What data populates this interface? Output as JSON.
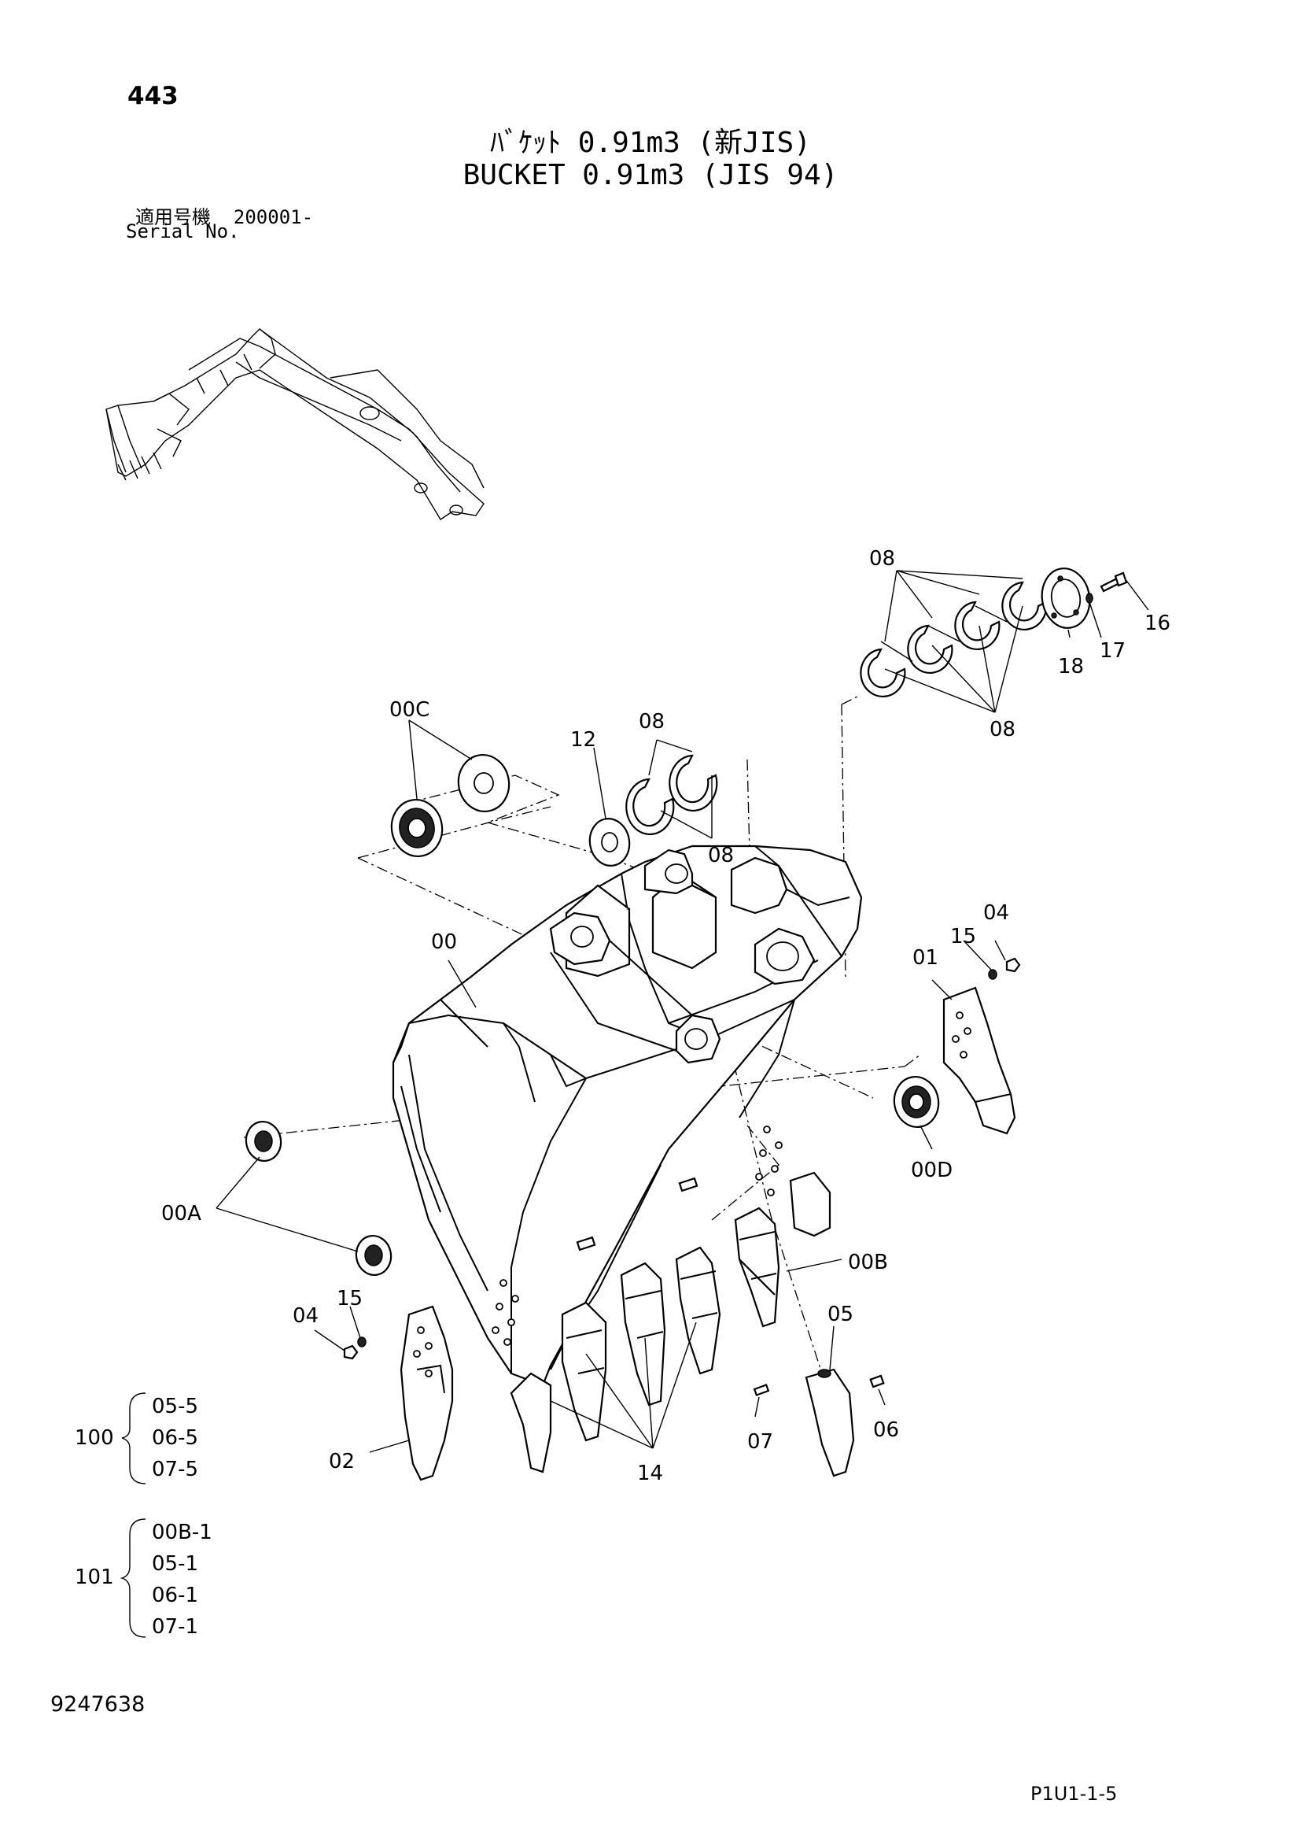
{
  "header": {
    "page_number": "443",
    "title_jp": "ﾊﾞｹｯﾄ 0.91m3 (新JIS)",
    "title_en": "BUCKET 0.91m3 (JIS 94)",
    "serial_label_jp": "適用号機",
    "serial_value": "200001-",
    "serial_label_en": "Serial No."
  },
  "callouts": {
    "c08_top": "08",
    "c16": "16",
    "c17": "17",
    "c18": "18",
    "c08_right": "08",
    "c00C": "00C",
    "c12": "12",
    "c08_mid": "08",
    "c08_mid_low": "08",
    "c00": "00",
    "c04_right": "04",
    "c15_right": "15",
    "c01": "01",
    "c00D": "00D",
    "c00A": "00A",
    "c00B": "00B",
    "c04_left": "04",
    "c15_left": "15",
    "c05": "05",
    "c02": "02",
    "c14": "14",
    "c07": "07",
    "c06": "06"
  },
  "kits": [
    {
      "id": "100",
      "items": [
        "05-5",
        "06-5",
        "07-5"
      ]
    },
    {
      "id": "101",
      "items": [
        "00B-1",
        "05-1",
        "06-1",
        "07-1"
      ]
    }
  ],
  "footer": {
    "doc_number": "9247638",
    "page_code": "P1U1-1-5"
  }
}
